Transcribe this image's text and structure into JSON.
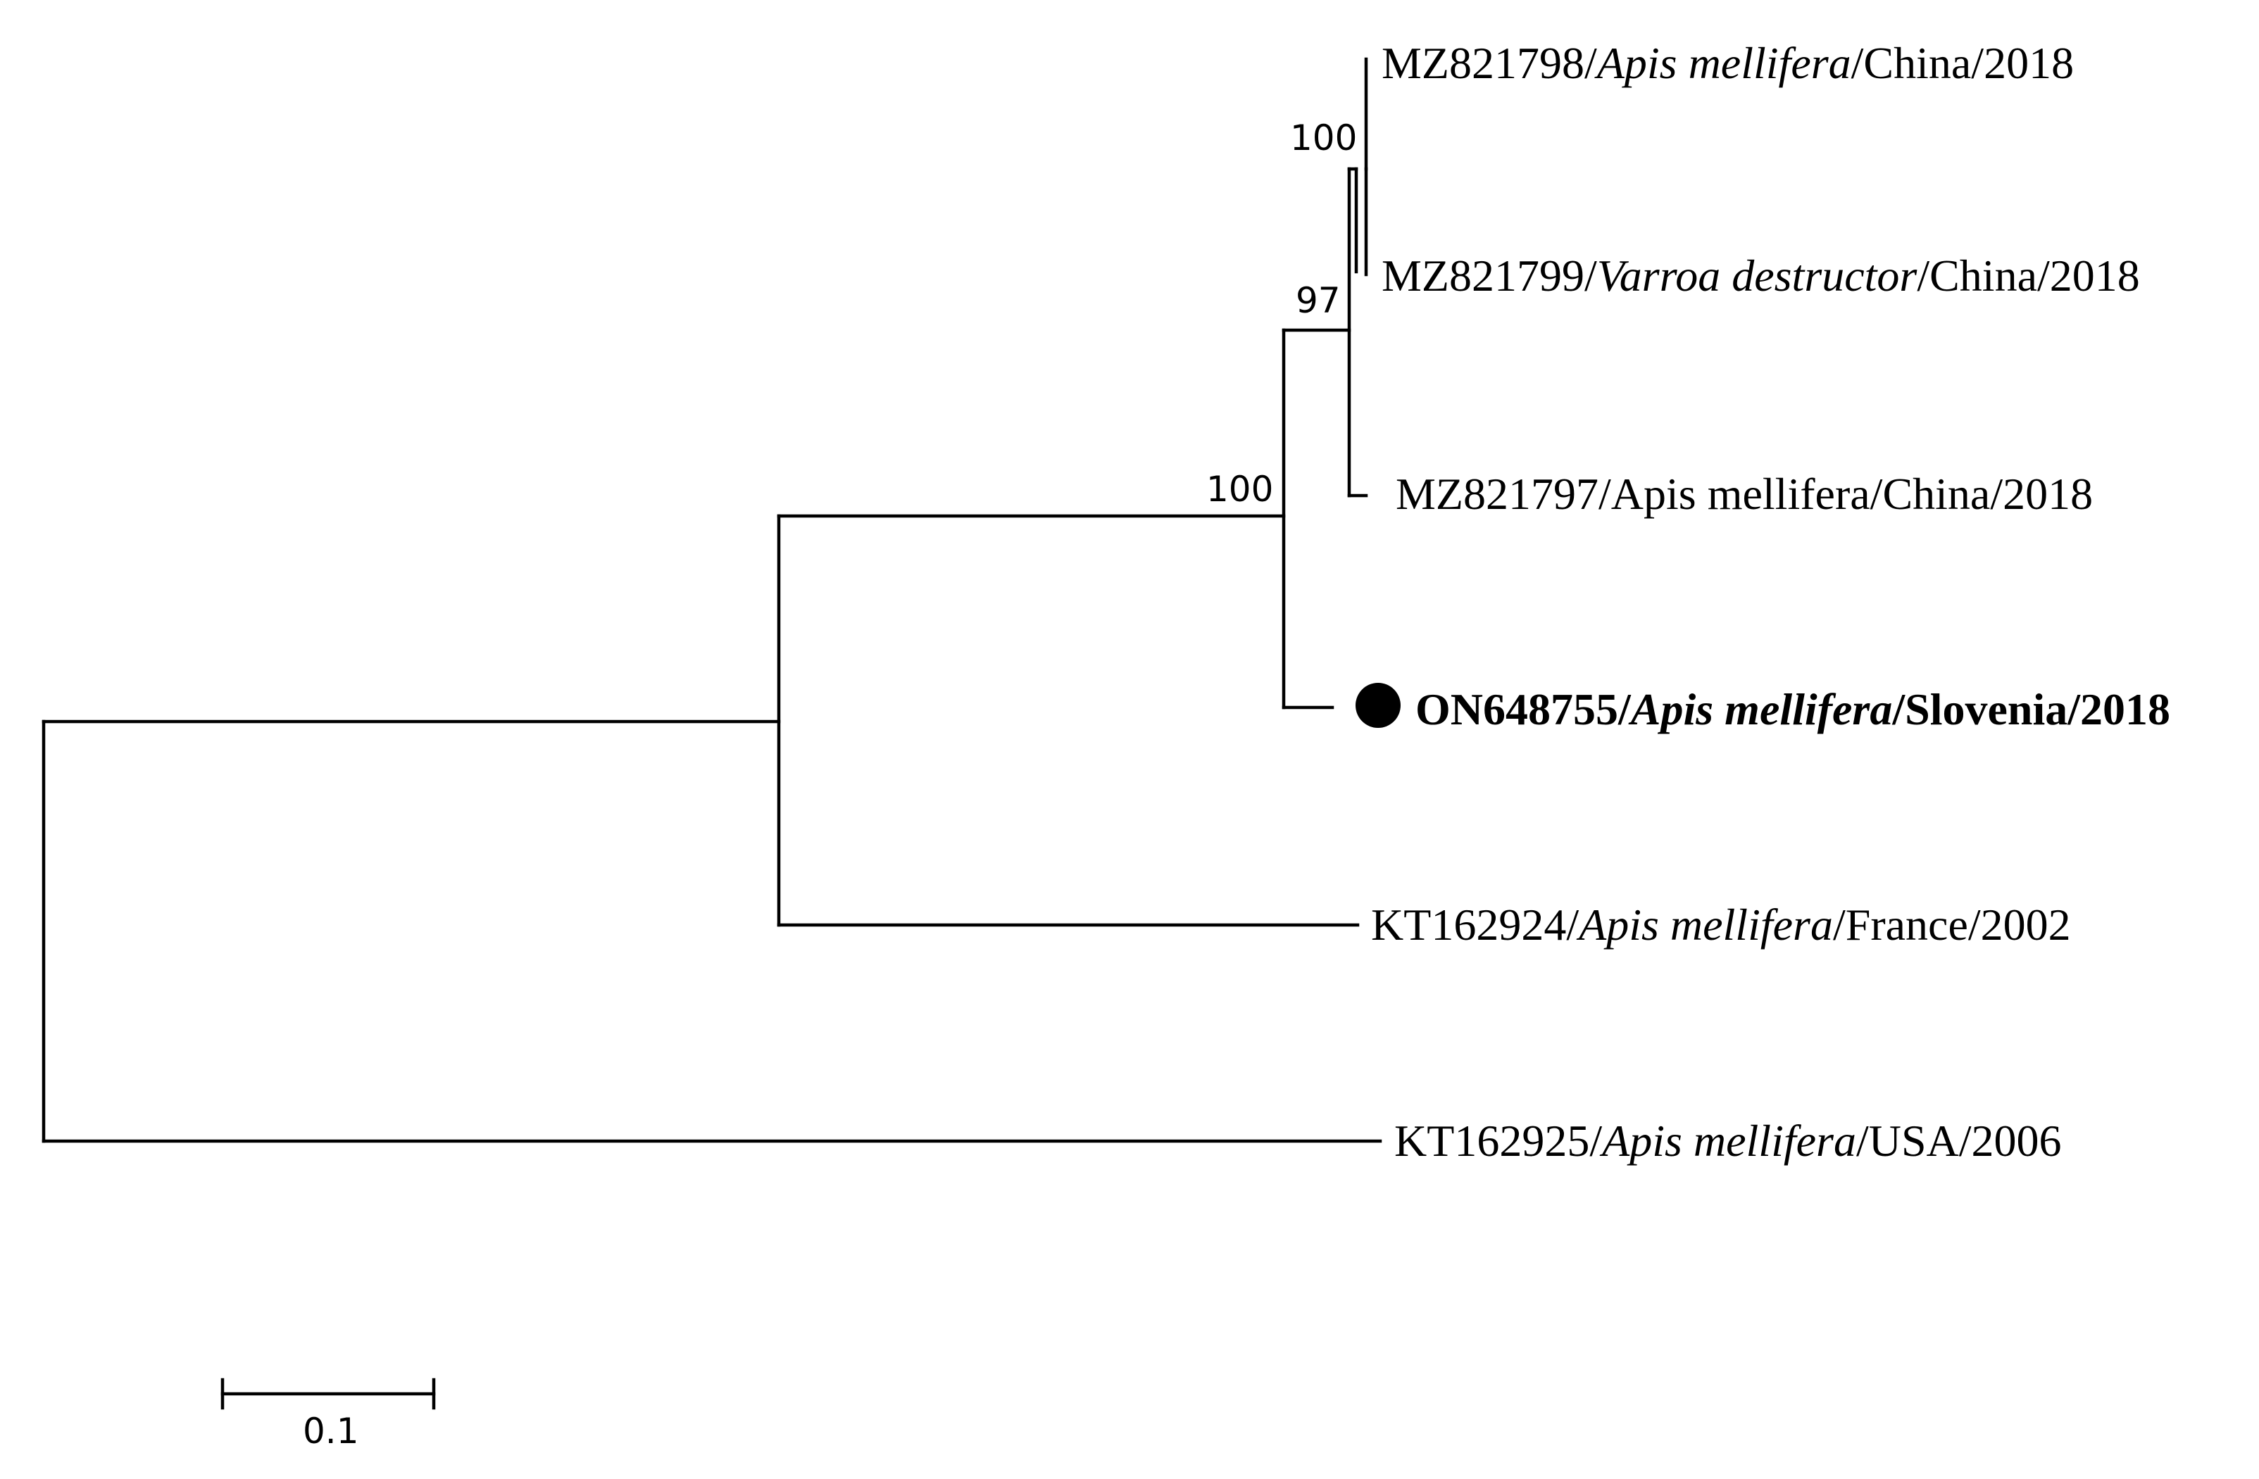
{
  "tree": {
    "tips": [
      {
        "id": "MZ821798",
        "accession": "MZ821798",
        "species": "Apis  mellifera",
        "species_italic": true,
        "country": "China",
        "year": "2018",
        "highlight": false,
        "marker": false
      },
      {
        "id": "MZ821799",
        "accession": "MZ821799",
        "species": "Varroa  destructor",
        "species_italic": true,
        "country": "China",
        "year": "2018",
        "highlight": false,
        "marker": false
      },
      {
        "id": "MZ821797",
        "accession": "MZ821797",
        "species": "Apis  mellifera",
        "species_italic": false,
        "country": "China",
        "year": "2018",
        "highlight": false,
        "marker": false
      },
      {
        "id": "ON648755",
        "accession": "ON648755",
        "species": "Apis mellifera",
        "species_italic": true,
        "country": "Slovenia",
        "year": "2018",
        "highlight": true,
        "marker": true
      },
      {
        "id": "KT162924",
        "accession": "KT162924",
        "species": "Apis  mellifera",
        "species_italic": true,
        "country": "France",
        "year": "2002",
        "highlight": false,
        "marker": false
      },
      {
        "id": "KT162925",
        "accession": "KT162925",
        "species": "Apis  mellifera",
        "species_italic": true,
        "country": "USA",
        "year": "2006",
        "highlight": false,
        "marker": false
      }
    ],
    "topology": "((((MZ821798,MZ821799)100,MZ821797)97,ON648755)100,KT162924),KT162925",
    "branch_lengths_estimated": {
      "root_to_KT162925": 0.636,
      "root_to_node_A": 0.349,
      "node_A_to_KT162924": 0.275,
      "node_A_to_node_B": 0.24,
      "node_B_to_ON648755": 0.023,
      "node_B_to_node_C": 0.031,
      "node_C_to_MZ821797": 0.008,
      "node_C_to_node_D": 0.003,
      "node_D_to_MZ821798": 0.004,
      "node_D_to_MZ821799": 0.004
    },
    "bootstrap": {
      "node_B": "100",
      "node_C": "97",
      "node_D": "100"
    },
    "scale_bar": {
      "value": 0.1,
      "label": "0.1"
    }
  }
}
